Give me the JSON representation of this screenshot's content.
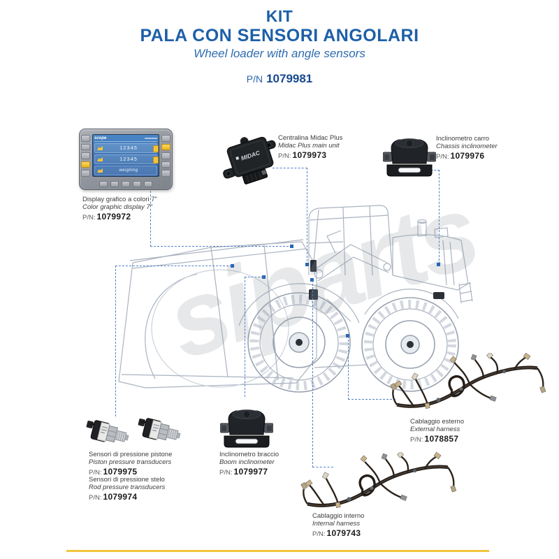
{
  "colors": {
    "title_blue": "#1d5fa8",
    "pn_dark_blue": "#17498f",
    "leader_blue": "#4f81c7",
    "accent_yellow": "#f2c53d",
    "label_text": "#3c3c3c"
  },
  "header": {
    "kit": "KIT",
    "title": "PALA CON SENSORI ANGOLARI",
    "subtitle": "Wheel loader with angle sensors",
    "pn_prefix": "P/N",
    "pn": "1079981"
  },
  "watermark": "siparts",
  "components": {
    "display": {
      "name_it": "Display grafico a colori 7\"",
      "name_en": "Color graphic display 7\"",
      "pn_prefix": "P/N:",
      "pn": "1079972",
      "screen": {
        "logo": "scope",
        "rows": [
          "12345",
          "12345",
          "weighing"
        ]
      }
    },
    "main_unit": {
      "name_it": "Centralina Midac Plus",
      "name_en": "Midac Plus main unit",
      "pn_prefix": "P/N:",
      "pn": "1079973",
      "device_label": "MIDAC"
    },
    "chassis_inclinometer": {
      "name_it": "Inclinometro carro",
      "name_en": "Chassis inclinometer",
      "pn_prefix": "P/N:",
      "pn": "1079976"
    },
    "piston_transducers": {
      "name_it": "Sensori di pressione pistone",
      "name_en": "Piston pressure transducers",
      "pn_prefix": "P/N:",
      "pn": "1079975"
    },
    "rod_transducers": {
      "name_it": "Sensori di pressione stelo",
      "name_en": "Rod pressure transducers",
      "pn_prefix": "P/N:",
      "pn": "1079974"
    },
    "boom_inclinometer": {
      "name_it": "Inclinometro braccio",
      "name_en": "Boom inclinometer",
      "pn_prefix": "P/N:",
      "pn": "1079977"
    },
    "external_harness": {
      "name_it": "Cablaggio esterno",
      "name_en": "External harness",
      "pn_prefix": "P/N:",
      "pn": "1078857"
    },
    "internal_harness": {
      "name_it": "Cablaggio interno",
      "name_en": "Internal harness",
      "pn_prefix": "P/N:",
      "pn": "1079743"
    }
  }
}
